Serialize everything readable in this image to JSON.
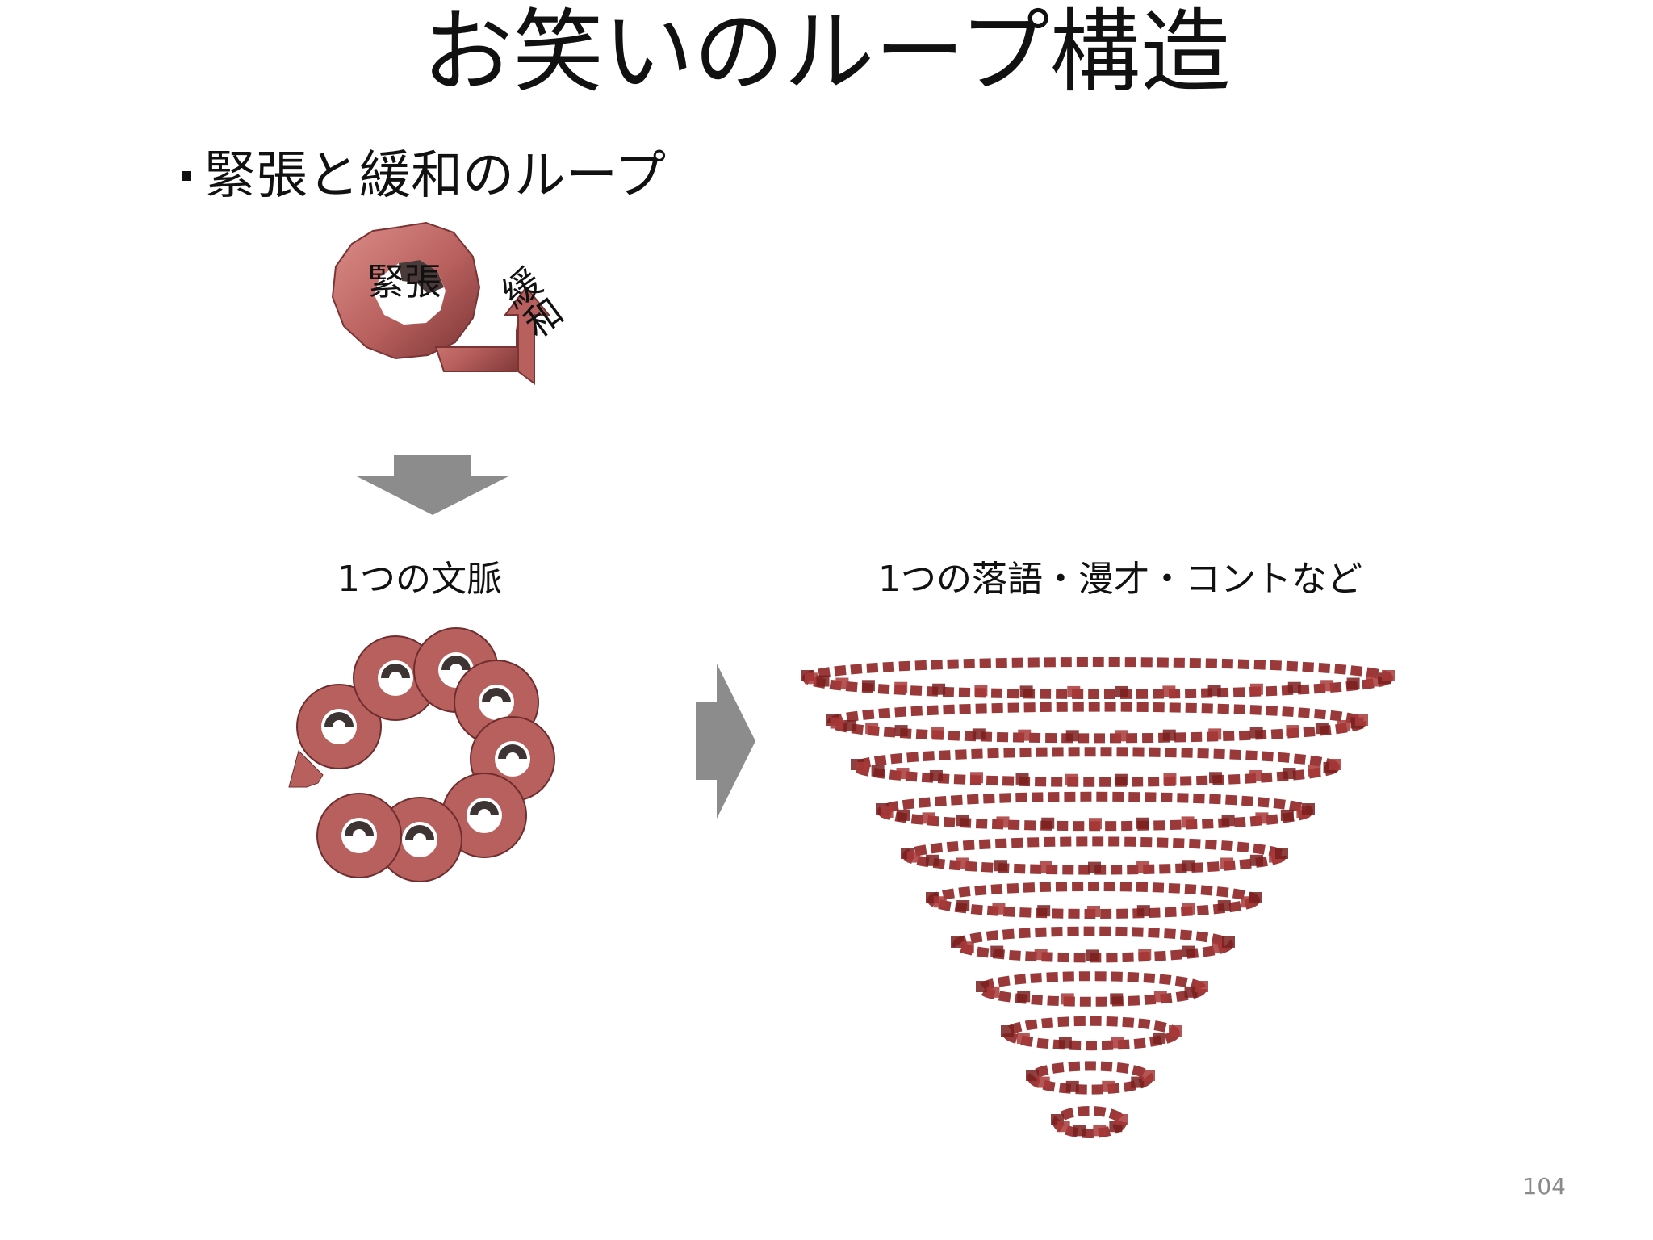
{
  "slide": {
    "title": "お笑いのループ構造",
    "bullet": "緊張と緩和のループ",
    "loop_labels": {
      "tension": "緊張",
      "release": "緩和"
    },
    "captions": {
      "left": "1つの文脈",
      "right": "1つの落語・漫才・コントなど"
    },
    "page_number": "104"
  },
  "colors": {
    "loop_fill": "#b8605e",
    "loop_light": "#dd8e8a",
    "loop_dark": "#6e2e2e",
    "cone_red": "#8f2424",
    "arrow_gray": "#8c8c8c",
    "page_number": "#8a8a8a"
  },
  "icons": [
    "spiral-loop-icon",
    "down-arrow-icon",
    "right-arrow-icon",
    "spiral-cone-icon"
  ]
}
